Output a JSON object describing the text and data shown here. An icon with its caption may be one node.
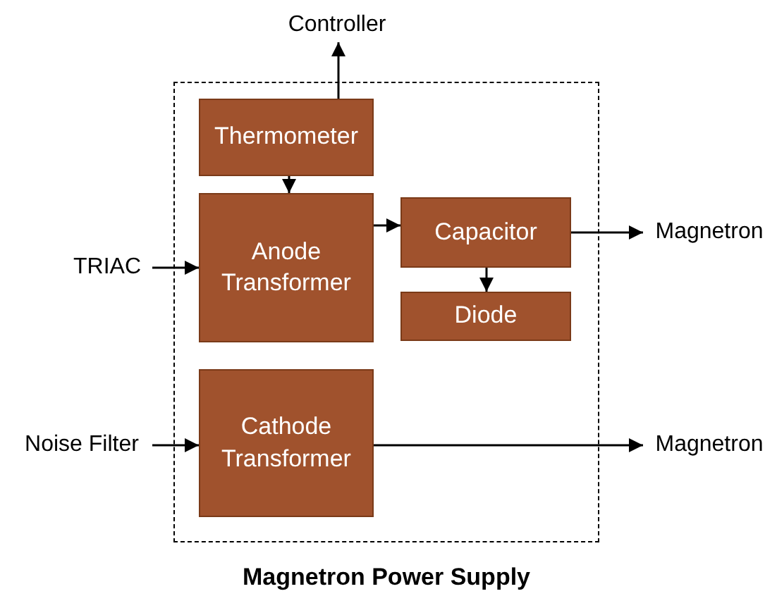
{
  "diagram": {
    "nodes": [
      {
        "text": [
          "Magnetron Power Supply"
        ]
      },
      {
        "text": [
          "Thermometer"
        ],
        "in": 0
      },
      {
        "text": [
          "Anode Transformer"
        ],
        "in": 0
      },
      {
        "text": [
          "Capacitor"
        ],
        "in": 0
      },
      {
        "text": [
          "Diode"
        ],
        "in": 0
      },
      {
        "text": [
          "Cathode Transformer"
        ],
        "in": 0
      },
      {
        "text": [
          "Controller"
        ]
      },
      {
        "text": [
          "TRIAC"
        ]
      },
      {
        "text": [
          "Magnetron"
        ]
      },
      {
        "text": [
          "Noise Filter"
        ]
      },
      {
        "text": [
          "Magnetron"
        ]
      }
    ],
    "edges": [
      {
        "from": 1,
        "to": 6,
        "arrow": "to"
      },
      {
        "from": 1,
        "to": 2,
        "arrow": "to"
      },
      {
        "from": 2,
        "to": 3,
        "arrow": "to"
      },
      {
        "from": 3,
        "to": 4,
        "arrow": "to"
      },
      {
        "from": 3,
        "to": 8,
        "arrow": "to"
      },
      {
        "from": 7,
        "to": 2,
        "arrow": "to"
      },
      {
        "from": 9,
        "to": 5,
        "arrow": "to"
      },
      {
        "from": 5,
        "to": 10,
        "arrow": "to"
      }
    ]
  }
}
